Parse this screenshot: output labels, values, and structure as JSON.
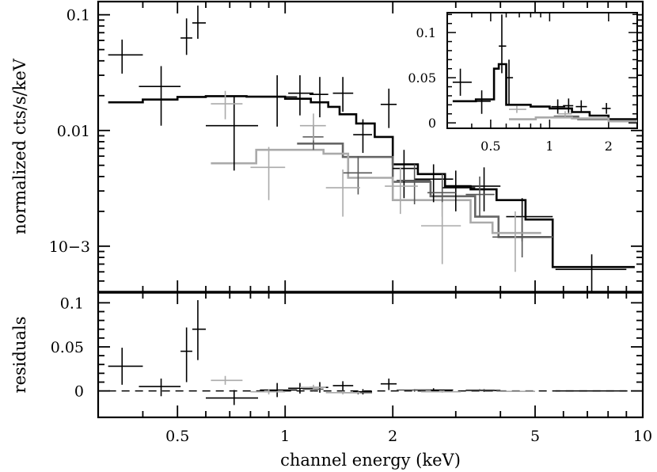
{
  "chart_data": [
    {
      "panel": "main",
      "type": "line",
      "xscale": "log",
      "yscale": "log",
      "xlim": [
        0.3,
        10
      ],
      "ylim": [
        0.0004,
        0.13
      ],
      "ylabel": "normalized cts/s/keV",
      "xlabel": "",
      "yticks": [
        {
          "value": 0.1,
          "label": "0.1"
        },
        {
          "value": 0.01,
          "label": "0.01"
        },
        {
          "value": 0.001,
          "label": "10−3"
        }
      ],
      "grid": false,
      "series": [
        {
          "role": "model",
          "color": "#000000",
          "x_edges": [
            0.32,
            0.4,
            0.5,
            0.6,
            0.78,
            1.0,
            1.18,
            1.32,
            1.42,
            1.58,
            1.78,
            2.0,
            2.35,
            2.8,
            3.3,
            3.9,
            4.7,
            5.6,
            9.5
          ],
          "y": [
            0.0175,
            0.0185,
            0.0195,
            0.0198,
            0.0196,
            0.0188,
            0.0175,
            0.016,
            0.0138,
            0.0115,
            0.0088,
            0.0051,
            0.0042,
            0.0033,
            0.0031,
            0.0025,
            0.0017,
            0.00066
          ]
        },
        {
          "role": "model",
          "color": "#666666",
          "x_edges": [
            1.08,
            1.45,
            2.0,
            2.55,
            3.4,
            3.95,
            5.6
          ],
          "y": [
            0.0077,
            0.0059,
            0.0036,
            0.0027,
            0.0018,
            0.0012
          ]
        },
        {
          "role": "model",
          "color": "#aaaaaa",
          "x_edges": [
            0.62,
            0.83,
            1.28,
            1.5,
            2.0,
            3.3,
            3.8,
            5.2
          ],
          "y": [
            0.0052,
            0.0068,
            0.0063,
            0.0039,
            0.0025,
            0.0016,
            0.0013
          ]
        },
        {
          "role": "data",
          "color": "#000000",
          "points": [
            {
              "x": 0.35,
              "xlo": 0.32,
              "xhi": 0.4,
              "y": 0.045,
              "ylo": 0.031,
              "yhi": 0.061
            },
            {
              "x": 0.45,
              "xlo": 0.39,
              "xhi": 0.51,
              "y": 0.024,
              "ylo": 0.011,
              "yhi": 0.036
            },
            {
              "x": 0.53,
              "xlo": 0.51,
              "xhi": 0.55,
              "y": 0.063,
              "ylo": 0.045,
              "yhi": 0.093
            },
            {
              "x": 0.57,
              "xlo": 0.55,
              "xhi": 0.6,
              "y": 0.085,
              "ylo": 0.062,
              "yhi": 0.12
            },
            {
              "x": 0.72,
              "xlo": 0.6,
              "xhi": 0.84,
              "y": 0.011,
              "ylo": 0.0045,
              "yhi": 0.02
            },
            {
              "x": 0.95,
              "xlo": 0.85,
              "xhi": 1.08,
              "y": 0.0195,
              "ylo": 0.0108,
              "yhi": 0.03
            },
            {
              "x": 1.1,
              "xlo": 1.02,
              "xhi": 1.2,
              "y": 0.021,
              "ylo": 0.0135,
              "yhi": 0.03
            },
            {
              "x": 1.25,
              "xlo": 1.17,
              "xhi": 1.32,
              "y": 0.0205,
              "ylo": 0.013,
              "yhi": 0.029
            },
            {
              "x": 1.45,
              "xlo": 1.36,
              "xhi": 1.55,
              "y": 0.021,
              "ylo": 0.0145,
              "yhi": 0.029
            },
            {
              "x": 1.65,
              "xlo": 1.55,
              "xhi": 1.75,
              "y": 0.0092,
              "ylo": 0.0064,
              "yhi": 0.0125
            },
            {
              "x": 1.95,
              "xlo": 1.85,
              "xhi": 2.05,
              "y": 0.0168,
              "ylo": 0.0105,
              "yhi": 0.023
            },
            {
              "x": 2.15,
              "xlo": 2.0,
              "xhi": 2.35,
              "y": 0.0047,
              "ylo": 0.0026,
              "yhi": 0.0068
            },
            {
              "x": 2.6,
              "xlo": 2.3,
              "xhi": 2.95,
              "y": 0.0038,
              "ylo": 0.0024,
              "yhi": 0.0051
            },
            {
              "x": 3.0,
              "xlo": 2.75,
              "xhi": 3.4,
              "y": 0.0032,
              "ylo": 0.002,
              "yhi": 0.0045
            },
            {
              "x": 3.6,
              "xlo": 3.2,
              "xhi": 4.0,
              "y": 0.0033,
              "ylo": 0.002,
              "yhi": 0.0048
            },
            {
              "x": 4.6,
              "xlo": 4.15,
              "xhi": 5.6,
              "y": 0.0018,
              "ylo": 0.0011,
              "yhi": 0.0026
            },
            {
              "x": 7.2,
              "xlo": 5.7,
              "xhi": 9.0,
              "y": 0.00063,
              "ylo": 0.00041,
              "yhi": 0.00085
            }
          ]
        },
        {
          "role": "data",
          "color": "#555555",
          "points": [
            {
              "x": 1.2,
              "xlo": 1.12,
              "xhi": 1.28,
              "y": 0.0088,
              "ylo": 0.0068,
              "yhi": 0.011
            },
            {
              "x": 1.6,
              "xlo": 1.45,
              "xhi": 1.75,
              "y": 0.0043,
              "ylo": 0.0028,
              "yhi": 0.006
            },
            {
              "x": 2.3,
              "xlo": 2.05,
              "xhi": 2.55,
              "y": 0.0037,
              "ylo": 0.0023,
              "yhi": 0.0051
            },
            {
              "x": 2.75,
              "xlo": 2.5,
              "xhi": 3.0,
              "y": 0.0029,
              "ylo": 0.0018,
              "yhi": 0.0042
            },
            {
              "x": 3.5,
              "xlo": 3.2,
              "xhi": 3.85,
              "y": 0.0028,
              "ylo": 0.0018,
              "yhi": 0.004
            },
            {
              "x": 4.6,
              "xlo": 3.8,
              "xhi": 5.5,
              "y": 0.0012,
              "ylo": 0.0008,
              "yhi": 0.0018
            }
          ]
        },
        {
          "role": "data",
          "color": "#aaaaaa",
          "points": [
            {
              "x": 0.68,
              "xlo": 0.62,
              "xhi": 0.76,
              "y": 0.017,
              "ylo": 0.0125,
              "yhi": 0.022
            },
            {
              "x": 0.9,
              "xlo": 0.8,
              "xhi": 1.0,
              "y": 0.0048,
              "ylo": 0.0025,
              "yhi": 0.0072
            },
            {
              "x": 1.2,
              "xlo": 1.1,
              "xhi": 1.3,
              "y": 0.011,
              "ylo": 0.0082,
              "yhi": 0.014
            },
            {
              "x": 1.45,
              "xlo": 1.3,
              "xhi": 1.62,
              "y": 0.0032,
              "ylo": 0.0018,
              "yhi": 0.0046
            },
            {
              "x": 2.1,
              "xlo": 1.9,
              "xhi": 2.35,
              "y": 0.0033,
              "ylo": 0.0019,
              "yhi": 0.0048
            },
            {
              "x": 2.75,
              "xlo": 2.4,
              "xhi": 3.1,
              "y": 0.0015,
              "ylo": 0.0007,
              "yhi": 0.0024
            },
            {
              "x": 4.4,
              "xlo": 3.9,
              "xhi": 5.0,
              "y": 0.0013,
              "ylo": 0.0006,
              "yhi": 0.002
            }
          ]
        }
      ]
    },
    {
      "panel": "residuals",
      "type": "scatter",
      "xscale": "log",
      "xlim": [
        0.3,
        10
      ],
      "ylim": [
        -0.03,
        0.112
      ],
      "ylabel": "residuals",
      "xlabel": "channel energy (keV)",
      "yticks": [
        {
          "value": 0.1,
          "label": "0.1"
        },
        {
          "value": 0.05,
          "label": "0.05"
        },
        {
          "value": 0,
          "label": "0"
        }
      ],
      "xticks": [
        {
          "value": 0.5,
          "label": "0.5"
        },
        {
          "value": 1,
          "label": "1"
        },
        {
          "value": 2,
          "label": "2"
        },
        {
          "value": 5,
          "label": "5"
        },
        {
          "value": 10,
          "label": "10"
        }
      ],
      "zero_line": "dashed",
      "series": [
        {
          "color": "#000000",
          "points": [
            {
              "x": 0.35,
              "xlo": 0.32,
              "xhi": 0.4,
              "y": 0.028,
              "ylo": 0.007,
              "yhi": 0.049
            },
            {
              "x": 0.45,
              "xlo": 0.39,
              "xhi": 0.51,
              "y": 0.005,
              "ylo": -0.006,
              "yhi": 0.014
            },
            {
              "x": 0.53,
              "xlo": 0.51,
              "xhi": 0.55,
              "y": 0.045,
              "ylo": 0.01,
              "yhi": 0.072
            },
            {
              "x": 0.57,
              "xlo": 0.55,
              "xhi": 0.6,
              "y": 0.07,
              "ylo": 0.035,
              "yhi": 0.103
            },
            {
              "x": 0.72,
              "xlo": 0.6,
              "xhi": 0.84,
              "y": -0.008,
              "ylo": -0.016,
              "yhi": 0.001
            },
            {
              "x": 0.95,
              "xlo": 0.85,
              "xhi": 1.08,
              "y": 0.001,
              "ylo": -0.007,
              "yhi": 0.009
            },
            {
              "x": 1.1,
              "xlo": 1.02,
              "xhi": 1.2,
              "y": 0.003,
              "ylo": -0.003,
              "yhi": 0.009
            },
            {
              "x": 1.25,
              "xlo": 1.17,
              "xhi": 1.32,
              "y": 0.004,
              "ylo": -0.002,
              "yhi": 0.01
            },
            {
              "x": 1.45,
              "xlo": 1.36,
              "xhi": 1.55,
              "y": 0.006,
              "ylo": 0.0,
              "yhi": 0.011
            },
            {
              "x": 1.65,
              "xlo": 1.55,
              "xhi": 1.75,
              "y": -0.001,
              "ylo": -0.004,
              "yhi": 0.002
            },
            {
              "x": 1.95,
              "xlo": 1.85,
              "xhi": 2.05,
              "y": 0.008,
              "ylo": 0.001,
              "yhi": 0.014
            },
            {
              "x": 2.6,
              "xlo": 2.3,
              "xhi": 2.95,
              "y": 0.001,
              "ylo": -0.001,
              "yhi": 0.003
            },
            {
              "x": 3.6,
              "xlo": 3.2,
              "xhi": 4.0,
              "y": 0.0005,
              "ylo": -0.001,
              "yhi": 0.002
            },
            {
              "x": 7.2,
              "xlo": 5.7,
              "xhi": 9.0,
              "y": 0.0,
              "ylo": -0.0004,
              "yhi": 0.0004
            }
          ]
        },
        {
          "color": "#555555",
          "points": [
            {
              "x": 1.2,
              "xlo": 1.12,
              "xhi": 1.28,
              "y": 0.002,
              "ylo": 0.0,
              "yhi": 0.004
            },
            {
              "x": 1.6,
              "xlo": 1.45,
              "xhi": 1.75,
              "y": -0.002,
              "ylo": -0.004,
              "yhi": 0.0
            },
            {
              "x": 2.3,
              "xlo": 2.05,
              "xhi": 2.55,
              "y": 0.001,
              "ylo": -0.001,
              "yhi": 0.002
            },
            {
              "x": 3.5,
              "xlo": 3.2,
              "xhi": 3.85,
              "y": 0.001,
              "ylo": 0.0,
              "yhi": 0.002
            }
          ]
        },
        {
          "color": "#aaaaaa",
          "points": [
            {
              "x": 0.68,
              "xlo": 0.62,
              "xhi": 0.76,
              "y": 0.012,
              "ylo": 0.007,
              "yhi": 0.017
            },
            {
              "x": 0.9,
              "xlo": 0.8,
              "xhi": 1.0,
              "y": -0.001,
              "ylo": -0.004,
              "yhi": 0.002
            },
            {
              "x": 1.2,
              "xlo": 1.1,
              "xhi": 1.3,
              "y": 0.004,
              "ylo": 0.001,
              "yhi": 0.007
            },
            {
              "x": 1.45,
              "xlo": 1.3,
              "xhi": 1.62,
              "y": -0.002,
              "ylo": -0.004,
              "yhi": 0.0
            },
            {
              "x": 2.75,
              "xlo": 2.4,
              "xhi": 3.1,
              "y": -0.001,
              "ylo": -0.002,
              "yhi": 0.0
            },
            {
              "x": 4.4,
              "xlo": 3.9,
              "xhi": 5.0,
              "y": -0.0005,
              "ylo": -0.001,
              "yhi": 0.0
            }
          ]
        }
      ]
    },
    {
      "panel": "inset",
      "type": "line",
      "xscale": "log",
      "yscale": "linear",
      "xlim": [
        0.3,
        2.8
      ],
      "ylim": [
        -0.006,
        0.122
      ],
      "yticks": [
        {
          "value": 0.1,
          "label": "0.1"
        },
        {
          "value": 0.05,
          "label": "0.05"
        },
        {
          "value": 0,
          "label": "0"
        }
      ],
      "xticks": [
        {
          "value": 0.5,
          "label": "0.5"
        },
        {
          "value": 1,
          "label": "1"
        },
        {
          "value": 2,
          "label": "2"
        }
      ],
      "series": [
        {
          "role": "model",
          "color": "#000000",
          "x_edges": [
            0.32,
            0.42,
            0.5,
            0.52,
            0.55,
            0.6,
            0.8,
            1.0,
            1.3,
            1.6,
            2.0,
            2.8
          ],
          "y": [
            0.024,
            0.026,
            0.026,
            0.06,
            0.065,
            0.02,
            0.018,
            0.016,
            0.012,
            0.008,
            0.004
          ]
        },
        {
          "role": "model",
          "color": "#666666",
          "x_edges": [
            1.05,
            1.4,
            2.0,
            2.8
          ],
          "y": [
            0.007,
            0.004,
            0.002
          ]
        },
        {
          "role": "model",
          "color": "#aaaaaa",
          "x_edges": [
            0.62,
            0.85,
            1.3,
            2.0,
            2.8
          ],
          "y": [
            0.004,
            0.006,
            0.005,
            0.002
          ]
        },
        {
          "role": "data",
          "color": "#000000",
          "points": [
            {
              "x": 0.35,
              "xlo": 0.32,
              "xhi": 0.4,
              "y": 0.045,
              "ylo": 0.03,
              "yhi": 0.06
            },
            {
              "x": 0.45,
              "xlo": 0.4,
              "xhi": 0.5,
              "y": 0.024,
              "ylo": 0.01,
              "yhi": 0.036
            },
            {
              "x": 0.57,
              "xlo": 0.55,
              "xhi": 0.6,
              "y": 0.085,
              "ylo": 0.055,
              "yhi": 0.12
            },
            {
              "x": 0.62,
              "xlo": 0.6,
              "xhi": 0.65,
              "y": 0.05,
              "ylo": 0.02,
              "yhi": 0.07
            },
            {
              "x": 1.1,
              "xlo": 1.02,
              "xhi": 1.2,
              "y": 0.018,
              "ylo": 0.01,
              "yhi": 0.026
            },
            {
              "x": 1.25,
              "xlo": 1.17,
              "xhi": 1.32,
              "y": 0.019,
              "ylo": 0.011,
              "yhi": 0.027
            },
            {
              "x": 1.45,
              "xlo": 1.36,
              "xhi": 1.55,
              "y": 0.018,
              "ylo": 0.012,
              "yhi": 0.025
            },
            {
              "x": 1.95,
              "xlo": 1.85,
              "xhi": 2.05,
              "y": 0.016,
              "ylo": 0.01,
              "yhi": 0.022
            }
          ]
        },
        {
          "role": "data",
          "color": "#aaaaaa",
          "points": [
            {
              "x": 0.68,
              "xlo": 0.62,
              "xhi": 0.76,
              "y": 0.015,
              "ylo": 0.011,
              "yhi": 0.019
            },
            {
              "x": 1.2,
              "xlo": 1.1,
              "xhi": 1.3,
              "y": 0.01,
              "ylo": 0.007,
              "yhi": 0.013
            }
          ]
        }
      ]
    }
  ]
}
